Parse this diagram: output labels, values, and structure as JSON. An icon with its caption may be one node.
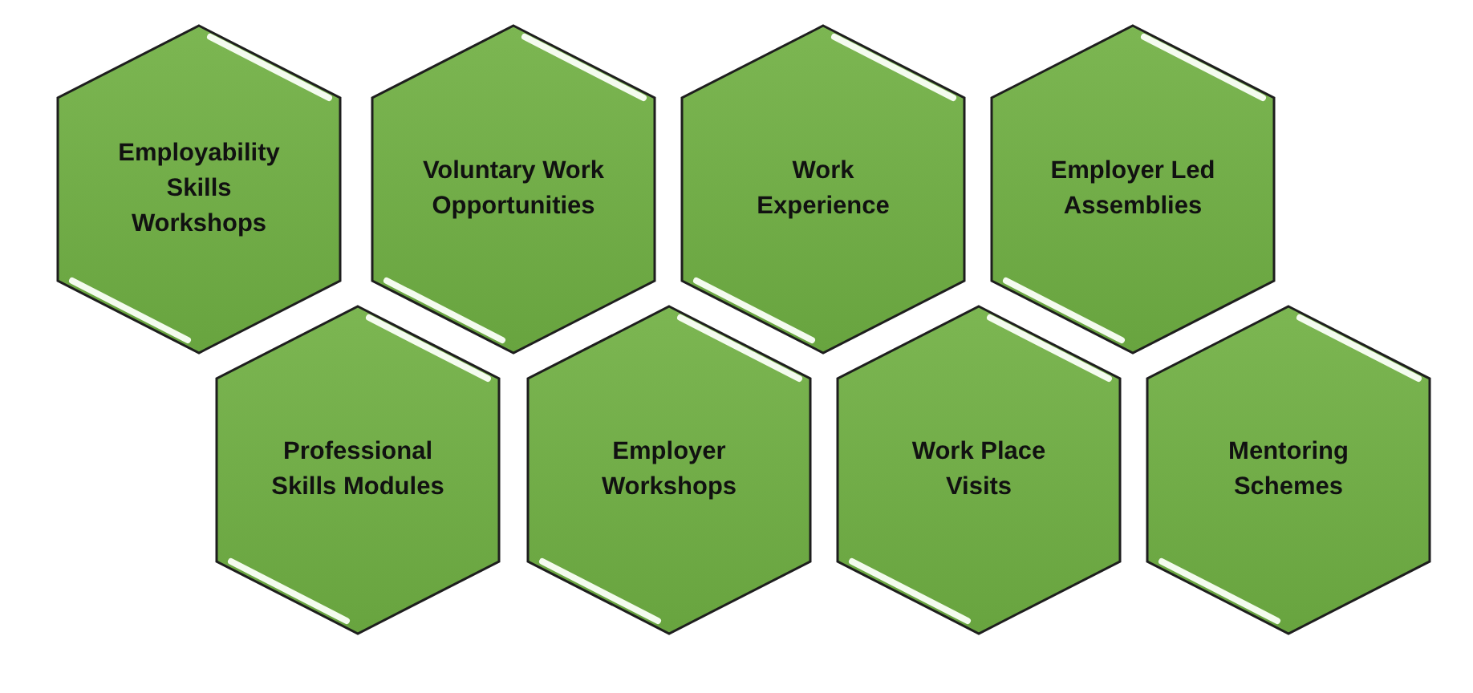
{
  "diagram": {
    "nodes": [
      {
        "text": [
          "Employability Skills Workshops"
        ]
      },
      {
        "text": [
          "Voluntary Work Opportunities"
        ]
      },
      {
        "text": [
          "Work Experience"
        ]
      },
      {
        "text": [
          "Employer Led Assemblies"
        ]
      },
      {
        "text": [
          "Professional Skills Modules"
        ]
      },
      {
        "text": [
          "Employer Workshops"
        ]
      },
      {
        "text": [
          "Work Place Visits"
        ]
      },
      {
        "text": [
          "Mentoring Schemes"
        ]
      }
    ]
  }
}
